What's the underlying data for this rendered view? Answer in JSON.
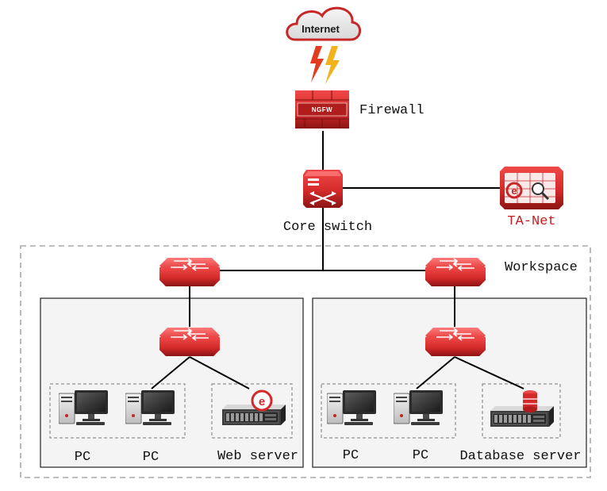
{
  "internet": {
    "label": "Internet"
  },
  "firewall": {
    "label": "Firewall",
    "badge": "NGFW"
  },
  "core_switch": {
    "label": "Core switch"
  },
  "ta_net": {
    "label": "TA-Net"
  },
  "workspace": {
    "label": "Workspace"
  },
  "left_zone": {
    "pc1": "PC",
    "pc2": "PC",
    "server": "Web server"
  },
  "right_zone": {
    "pc1": "PC",
    "pc2": "PC",
    "server": "Database server"
  },
  "colors": {
    "device_red": "#d42a2a",
    "device_dark_red": "#8c1414",
    "link": "#000000",
    "dashed_border": "#aaaaaa"
  },
  "icons": [
    "cloud-icon",
    "lightning-icon",
    "firewall-icon",
    "core-switch-icon",
    "analyzer-icon",
    "switch-icon",
    "pc-icon",
    "web-server-icon",
    "database-server-icon"
  ]
}
